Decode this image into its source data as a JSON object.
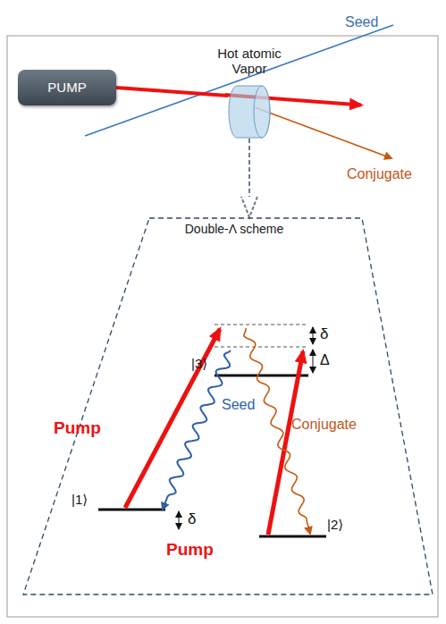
{
  "diagram": {
    "nodes": [
      {
        "text": [
          "PUMP"
        ]
      },
      {
        "text": [
          "Hot atomic Vapor"
        ]
      },
      {
        "text": [
          "Double-Λ scheme"
        ]
      }
    ],
    "edges": [
      {
        "from": 0,
        "to": 1,
        "arrow": "none"
      },
      {
        "from": 1,
        "to": 2,
        "arrow": "to"
      }
    ],
    "labels": [
      "Seed",
      "Conjugate",
      "δ",
      "Δ",
      "|3⟩",
      "Pump",
      "Seed",
      "Conjugate",
      "|1⟩",
      "δ",
      "Pump",
      "|2⟩"
    ]
  }
}
